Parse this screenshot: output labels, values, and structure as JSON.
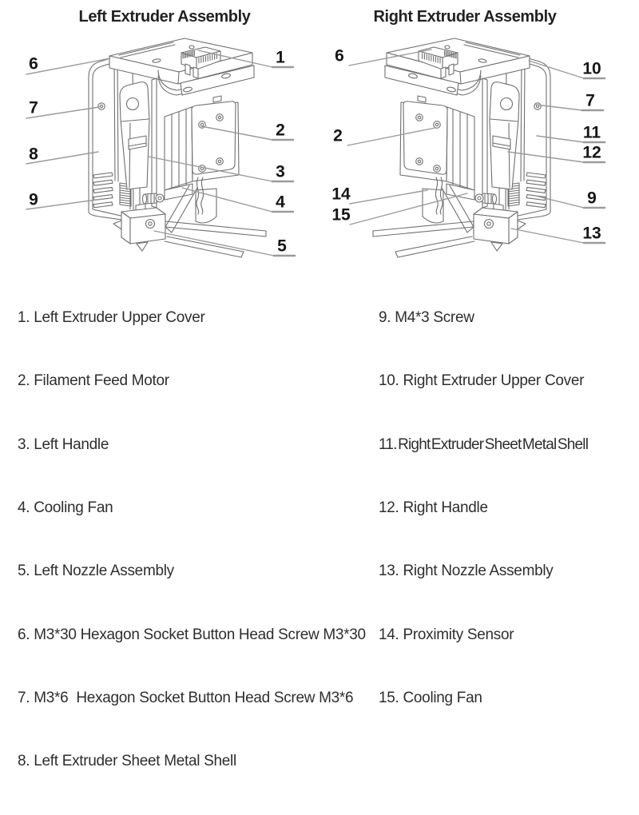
{
  "diagram": {
    "left": {
      "title": "Left Extruder Assembly",
      "callouts": [
        "6",
        "1",
        "7",
        "2",
        "8",
        "3",
        "9",
        "4",
        "5"
      ]
    },
    "right": {
      "title": "Right Extruder Assembly",
      "callouts": [
        "6",
        "10",
        "7",
        "2",
        "11",
        "12",
        "14",
        "15",
        "9",
        "13"
      ]
    }
  },
  "parts": {
    "left": [
      "1. Left Extruder Upper Cover",
      "2. Filament Feed Motor",
      "3. Left Handle",
      "4. Cooling Fan",
      "5. Left Nozzle Assembly",
      "6. M3*30 Hexagon Socket Button Head Screw M3*30",
      "7. M3*6  Hexagon Socket Button Head Screw M3*6",
      "8. Left Extruder Sheet Metal Shell"
    ],
    "right": [
      "9. M4*3 Screw",
      "10. Right Extruder Upper Cover",
      "11. Right Extruder Sheet Metal Shell",
      "12. Right Handle",
      "13. Right Nozzle Assembly",
      "14. Proximity Sensor",
      "15. Cooling Fan"
    ]
  }
}
